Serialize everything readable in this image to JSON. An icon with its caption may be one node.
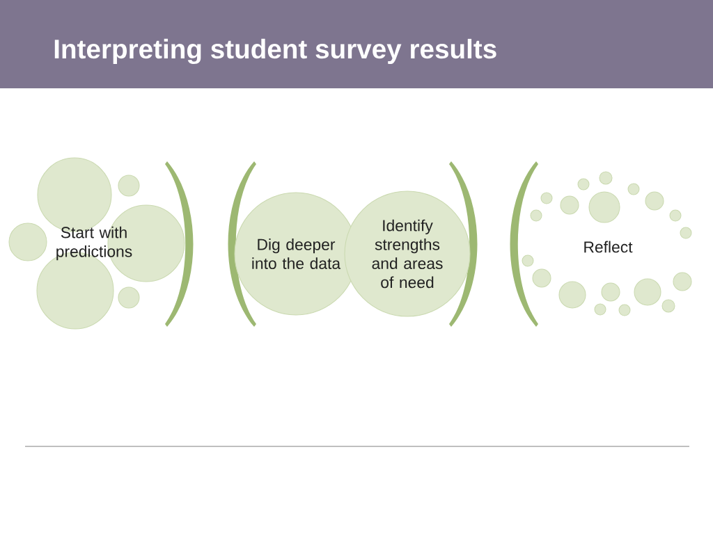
{
  "diagram": {
    "title": "Interpreting student survey results",
    "nodes": [
      {
        "text": [
          "Start with predictions"
        ]
      },
      {
        "text": [
          "Dig deeper into the data"
        ]
      },
      {
        "text": [
          "Identify strengths and areas of need"
        ]
      },
      {
        "text": [
          "Reflect"
        ]
      }
    ],
    "edges": []
  }
}
